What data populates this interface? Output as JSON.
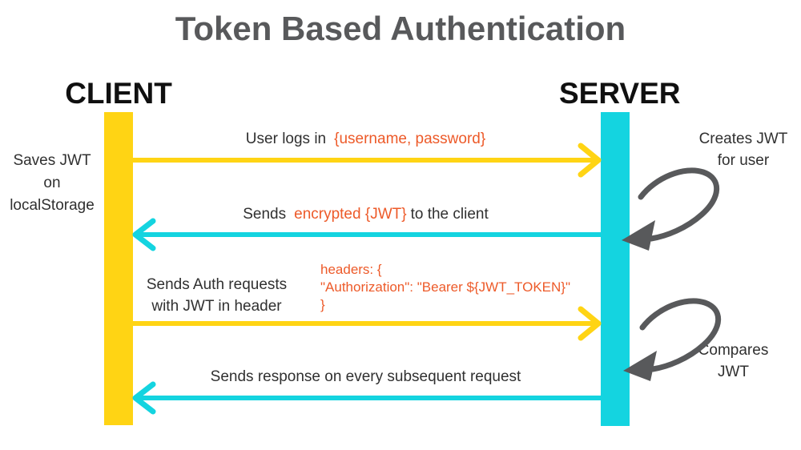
{
  "title": "Token Based Authentication",
  "client": {
    "label": "CLIENT",
    "note": [
      "Saves JWT",
      "on",
      "localStorage"
    ]
  },
  "server": {
    "label": "SERVER",
    "note_top": [
      "Creates JWT",
      "for user"
    ],
    "note_bottom": [
      "Compares",
      "JWT"
    ]
  },
  "messages": [
    {
      "direction": "client-to-server",
      "text": "User logs in",
      "code": "{username, password}"
    },
    {
      "direction": "server-to-client",
      "prefix": "Sends",
      "code": "encrypted {JWT}",
      "suffix": "to the client"
    },
    {
      "direction": "client-to-server",
      "label": [
        "Sends Auth requests",
        "with JWT in header"
      ],
      "code_lines": [
        "headers: {",
        "\"Authorization\": \"Bearer ${JWT_TOKEN}\"",
        "}"
      ]
    },
    {
      "direction": "server-to-client",
      "text": "Sends response on every subsequent request"
    }
  ],
  "colors": {
    "yellow": "#FFD414",
    "cyan": "#14D4E0",
    "orange": "#ED5A29",
    "gray": "#58595B",
    "dark": "#303030",
    "black": "#101010"
  }
}
